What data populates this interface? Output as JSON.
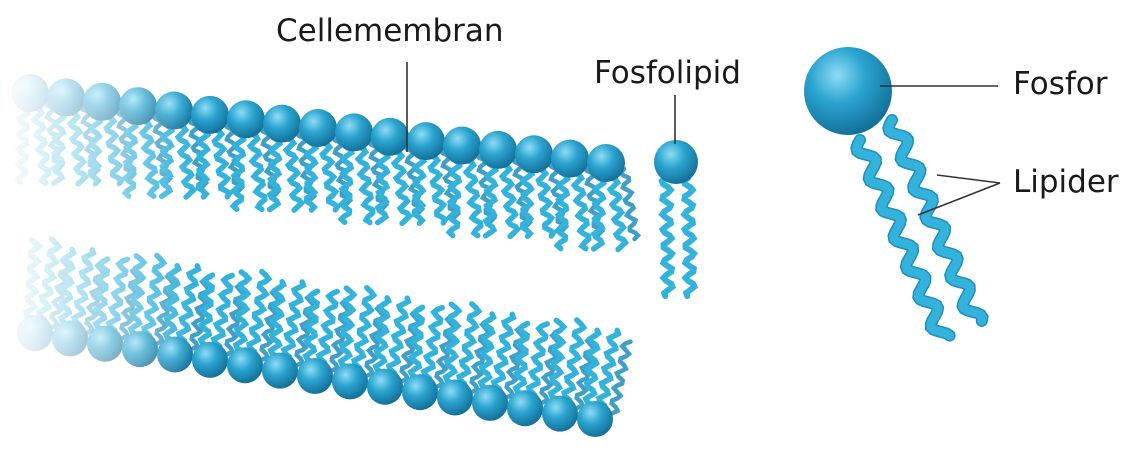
{
  "labels": {
    "cell_membrane": "Cellemembran",
    "phospholipid": "Fosfolipid",
    "phosphorus": "Fosfor",
    "lipids": "Lipider"
  },
  "colors": {
    "head_fill": "#2aa4d0",
    "head_dark": "#1580ad",
    "head_light": "#7fd3ef",
    "tail": "#33b2db",
    "tail_dark": "#1f8ebd",
    "leader_line": "#333333",
    "text": "#1a1a1a"
  },
  "illustration": {
    "upper_layer_heads": 17,
    "lower_layer_heads": 17
  }
}
